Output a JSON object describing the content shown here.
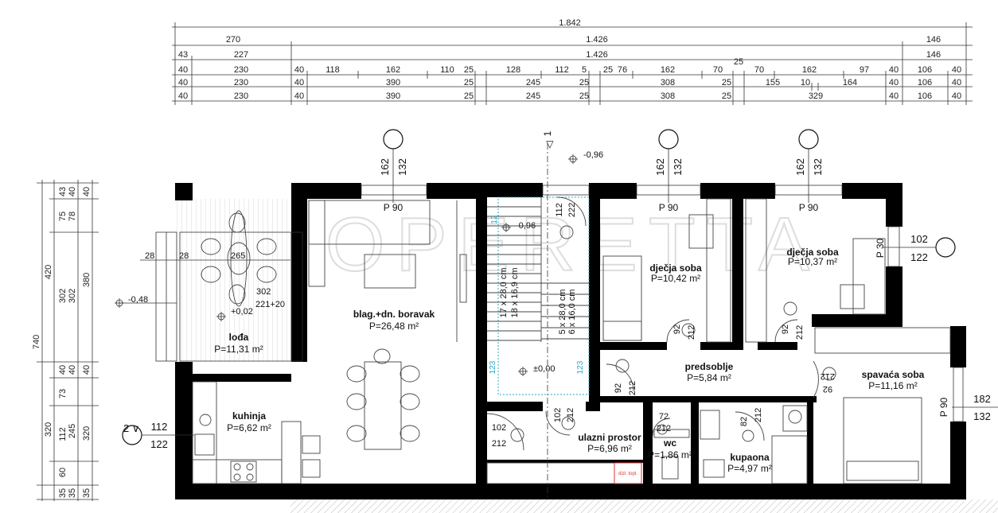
{
  "top_dims": {
    "row1": [
      "1.842"
    ],
    "row2": [
      "270",
      "1.426",
      "146"
    ],
    "row3": [
      "43",
      "227",
      "1.426",
      "146"
    ],
    "row4": [
      "40",
      "230",
      "40",
      "118",
      "162",
      "110",
      "25",
      "128",
      "112",
      "5",
      "25",
      "76",
      "162",
      "70",
      "25",
      "70",
      "162",
      "97",
      "40",
      "106",
      "40"
    ],
    "row5": [
      "40",
      "230",
      "40",
      "390",
      "25",
      "245",
      "25",
      "308",
      "25",
      "155",
      "10",
      "164",
      "40",
      "106",
      "40"
    ],
    "row6": [
      "40",
      "230",
      "40",
      "390",
      "25",
      "245",
      "25",
      "308",
      "25",
      "329",
      "40",
      "106",
      "40"
    ]
  },
  "left_dims": {
    "total": "740",
    "col1": [
      "420",
      "320"
    ],
    "col2": [
      "43",
      "75",
      "302",
      "40",
      "73",
      "112",
      "60",
      "35"
    ],
    "col3": [
      "40",
      "78",
      "302",
      "40",
      "245",
      "35"
    ],
    "col4": [
      "40",
      "380",
      "40",
      "320",
      "35"
    ]
  },
  "windows": [
    {
      "h": "162",
      "w": "132",
      "p": "P 90"
    },
    {
      "h": "162",
      "w": "132",
      "p": "P 90"
    },
    {
      "h": "162",
      "w": "132",
      "p": "P 90"
    }
  ],
  "right_windows": [
    {
      "p": "P 30",
      "w": "102",
      "h": "122"
    },
    {
      "p": "P 90",
      "w": "182",
      "h": "132"
    }
  ],
  "left_window": {
    "w": "112",
    "h": "122"
  },
  "section_mark": "1",
  "levels": [
    "-0,96",
    "-0,96",
    "-0,48",
    "+0,02",
    "±0,00"
  ],
  "rooms": [
    {
      "name": "lođa",
      "area": "P=11,31 m²"
    },
    {
      "name": "blag.+dn. boravak",
      "area": "P=26,48 m²"
    },
    {
      "name": "kuhinja",
      "area": "P=6,62 m²"
    },
    {
      "name": "dječja soba",
      "area": "P=10,42 m²"
    },
    {
      "name": "dječja soba",
      "area": "P=10,37 m²"
    },
    {
      "name": "predsoblje",
      "area": "P=5,84 m²"
    },
    {
      "name": "spavaća soba",
      "area": "P=11,16 m²"
    },
    {
      "name": "ulazni prostor",
      "area": "P=6,96 m²"
    },
    {
      "name": "wc",
      "area": "P=1,86 m²"
    },
    {
      "name": "kupaona",
      "area": "P=4,97 m²"
    }
  ],
  "loggia_dims": {
    "a": "28",
    "b": "28",
    "c": "265",
    "d": "302",
    "e": "221+20"
  },
  "stairs": [
    "17 x 28,0 cm",
    "18 x 16,9 cm",
    "5 x 28,0 cm",
    "6 x 16,0 cm",
    "123",
    "123",
    "12"
  ],
  "door_dims": [
    {
      "w": "92",
      "h": "212"
    },
    {
      "w": "92",
      "h": "212"
    },
    {
      "w": "92",
      "h": "212"
    },
    {
      "w": "102",
      "h": "212"
    },
    {
      "w": "102",
      "h": "212"
    },
    {
      "w": "72",
      "h": "212"
    },
    {
      "w": "82",
      "h": "212"
    },
    {
      "w": "92",
      "h": "212"
    },
    {
      "w": "112",
      "h": "222"
    }
  ],
  "stair_door": "112",
  "stair_door2": "222",
  "heater_label": "dizl. topl.",
  "watermark": "OPERETTA"
}
